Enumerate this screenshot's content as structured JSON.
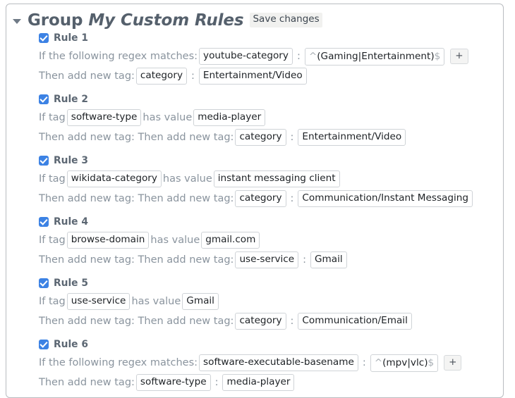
{
  "panel": {
    "caret_state": "expanded",
    "border_color": "#b9bcc0"
  },
  "header": {
    "group_word": "Group",
    "group_name": "My Custom Rules",
    "save_label": "Save changes"
  },
  "labels": {
    "regex_matches": "If the following regex matches:",
    "if_tag": "If tag",
    "has_value": "has value",
    "then_add_new_tag": "Then add new tag:",
    "then_add_new_tag_double": "Then add new tag: Then add new tag:",
    "colon": ":",
    "plus": "+"
  },
  "colors": {
    "checkbox_blue": "#3c82e4",
    "label_gray": "#8a949e",
    "title_gray": "#55606c",
    "field_text": "#1d2125",
    "anchor_gray": "#a8aeb4"
  },
  "rules": [
    {
      "name": "Rule 1",
      "checked": true,
      "condition_type": "regex",
      "condition_label": "If the following regex matches:",
      "condition_tag": "youtube-category",
      "regex_prefix": "^",
      "regex_value": "(Gaming|Entertainment)",
      "regex_suffix": "$",
      "action_label": "Then add new tag:",
      "action_tag": "category",
      "action_value": "Entertainment/Video"
    },
    {
      "name": "Rule 2",
      "checked": true,
      "condition_type": "tag",
      "condition_label": "If tag",
      "condition_tag": "software-type",
      "has_value_label": "has value",
      "condition_value": "media-player",
      "action_label": "Then add new tag: Then add new tag:",
      "action_tag": "category",
      "action_value": "Entertainment/Video"
    },
    {
      "name": "Rule 3",
      "checked": true,
      "condition_type": "tag",
      "condition_label": "If tag",
      "condition_tag": "wikidata-category",
      "has_value_label": "has value",
      "condition_value": "instant messaging client",
      "action_label": "Then add new tag: Then add new tag:",
      "action_tag": "category",
      "action_value": "Communication/Instant Messaging"
    },
    {
      "name": "Rule 4",
      "checked": true,
      "condition_type": "tag",
      "condition_label": "If tag",
      "condition_tag": "browse-domain",
      "has_value_label": "has value",
      "condition_value": "gmail.com",
      "action_label": "Then add new tag: Then add new tag:",
      "action_tag": "use-service",
      "action_value": "Gmail"
    },
    {
      "name": "Rule 5",
      "checked": true,
      "condition_type": "tag",
      "condition_label": "If tag",
      "condition_tag": "use-service",
      "has_value_label": "has value",
      "condition_value": "Gmail",
      "action_label": "Then add new tag: Then add new tag:",
      "action_tag": "category",
      "action_value": "Communication/Email"
    },
    {
      "name": "Rule 6",
      "checked": true,
      "condition_type": "regex",
      "condition_label": "If the following regex matches:",
      "condition_tag": "software-executable-basename",
      "regex_prefix": "^",
      "regex_value": "(mpv|vlc)",
      "regex_suffix": "$",
      "action_label": "Then add new tag:",
      "action_tag": "software-type",
      "action_value": "media-player"
    }
  ]
}
